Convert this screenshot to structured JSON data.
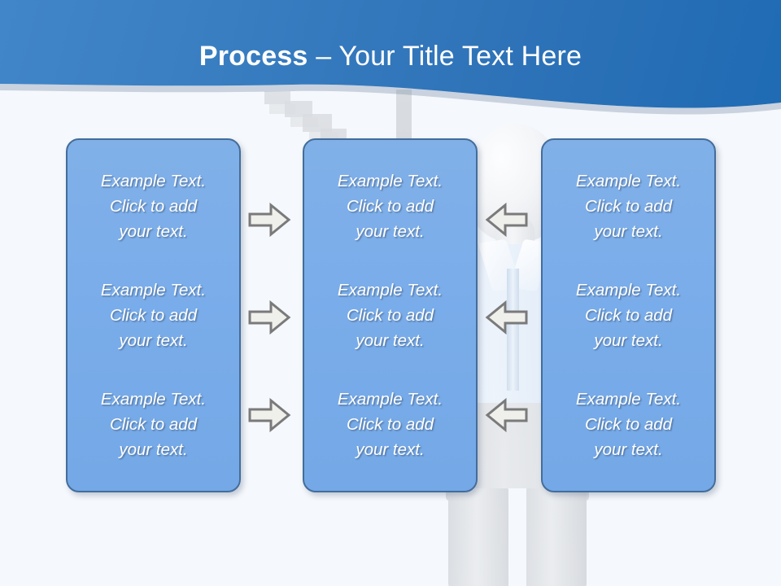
{
  "slide": {
    "title_bold": "Process",
    "title_rest": " – Your Title Text Here",
    "background_color": "#F5F8FC",
    "header_color_start": "#4186C8",
    "header_color_end": "#1F6BB4",
    "box_color": "#7AADEA",
    "box_border_color": "#436D9B",
    "arrow_fill": "#EFEFEC",
    "arrow_stroke": "#7A7A7A",
    "text_color": "#FFFFFF"
  },
  "columns": [
    {
      "id": "column-1",
      "cells": [
        "Example Text.\nClick  to add\nyour text.",
        "Example Text.\nClick  to add\nyour text.",
        "Example Text.\nClick  to add\nyour text."
      ]
    },
    {
      "id": "column-2",
      "cells": [
        "Example Text.\nClick  to add\nyour text.",
        "Example Text.\nClick  to add\nyour text.",
        "Example Text.\nClick  to add\nyour text."
      ]
    },
    {
      "id": "column-3",
      "cells": [
        "Example Text.\nClick  to add\nyour text.",
        "Example Text.\nClick  to add\nyour text.",
        "Example Text.\nClick  to add\nyour text."
      ]
    }
  ],
  "connectors": {
    "group_a_direction": "right",
    "group_b_direction": "left",
    "count_per_group": 3
  }
}
